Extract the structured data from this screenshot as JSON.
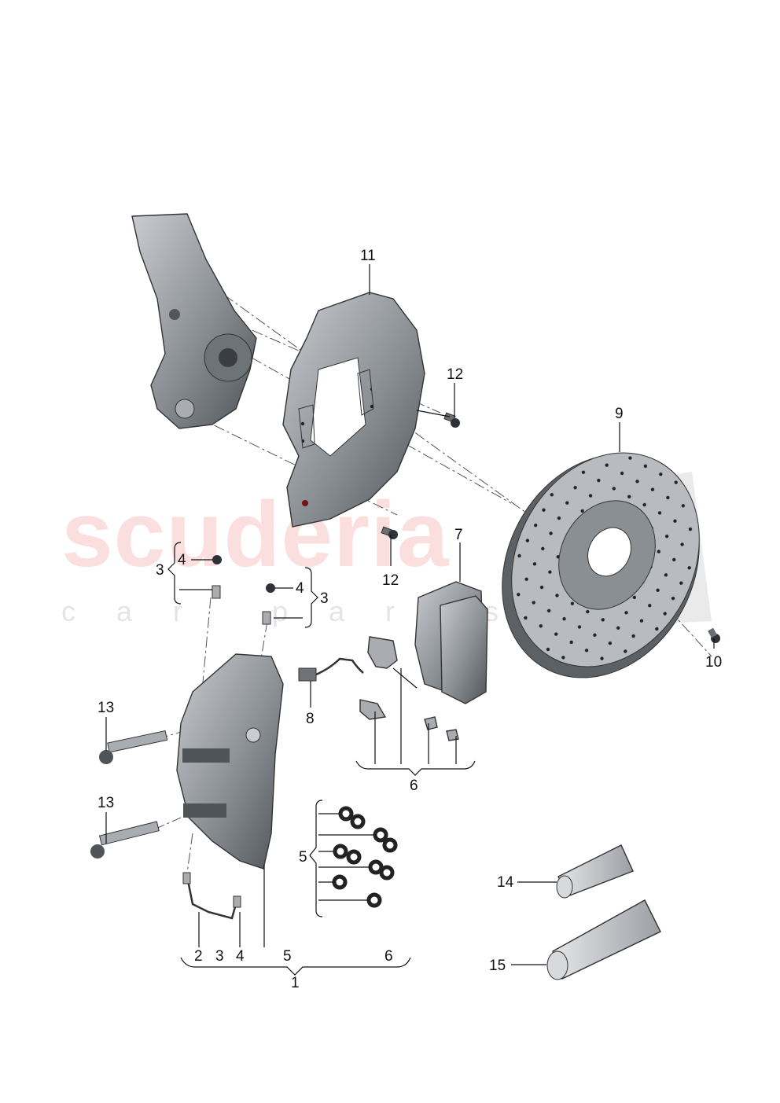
{
  "watermark": {
    "brand": "scuderia",
    "sub": "car parts"
  },
  "callouts": {
    "n1": "1",
    "n2": "2",
    "n3a": "3",
    "n3b": "3",
    "n3c": "3",
    "n4a": "4",
    "n4b": "4",
    "n4c": "4",
    "n5a": "5",
    "n5b": "5",
    "n6a": "6",
    "n6b": "6",
    "n7": "7",
    "n8": "8",
    "n9": "9",
    "n10": "10",
    "n11": "11",
    "n12a": "12",
    "n12b": "12",
    "n13a": "13",
    "n13b": "13",
    "n14": "14",
    "n15": "15"
  },
  "colors": {
    "part_fill": "#8a8f94",
    "part_dark": "#4f5459",
    "part_light": "#c9ccd0",
    "watermark_red": "#e53935"
  }
}
